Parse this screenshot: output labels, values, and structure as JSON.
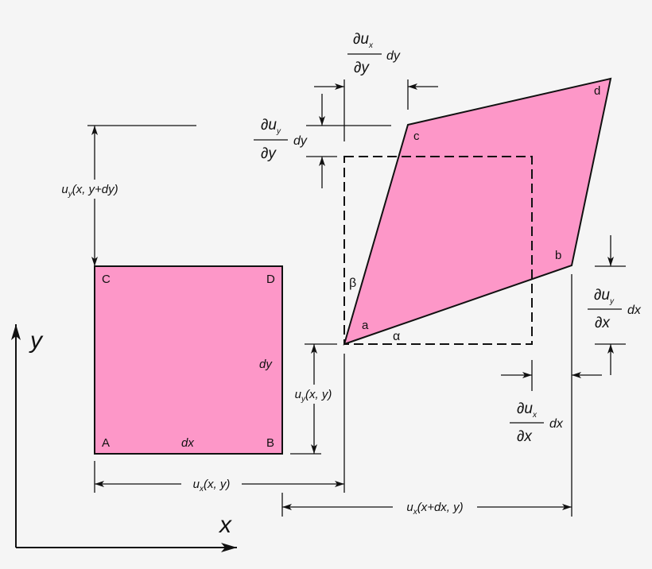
{
  "colors": {
    "shape_fill": "#fd97c8",
    "background": "#f5f5f5",
    "stroke": "#111111"
  },
  "axes": {
    "x_label": "x",
    "y_label": "y"
  },
  "original_square": {
    "corners": {
      "A": "A",
      "B": "B",
      "C": "C",
      "D": "D"
    },
    "width_label": "dx",
    "height_label": "dy"
  },
  "deformed_shape": {
    "corners": {
      "a": "a",
      "b": "b",
      "c": "c",
      "d": "d"
    },
    "angle_alpha": "α",
    "angle_beta": "β"
  },
  "dimensions": {
    "uy_top": {
      "sym": "u",
      "sub": "y",
      "rest": "(x, y+dy)"
    },
    "uy_base": {
      "sym": "u",
      "sub": "y",
      "rest": "(x, y)"
    },
    "ux_base": {
      "sym": "u",
      "sub": "x",
      "rest": "(x, y)"
    },
    "ux_dx": {
      "sym": "u",
      "sub": "x",
      "rest": "(x+dx, y)"
    },
    "dux_dy": {
      "num": "∂u",
      "num_sub": "x",
      "den": "∂y",
      "suffix": "dy"
    },
    "duy_dy": {
      "num": "∂u",
      "num_sub": "y",
      "den": "∂y",
      "suffix": "dy"
    },
    "duy_dx": {
      "num": "∂u",
      "num_sub": "y",
      "den": "∂x",
      "suffix": "dx"
    },
    "dux_dx": {
      "num": "∂u",
      "num_sub": "x",
      "den": "∂x",
      "suffix": "dx"
    }
  }
}
